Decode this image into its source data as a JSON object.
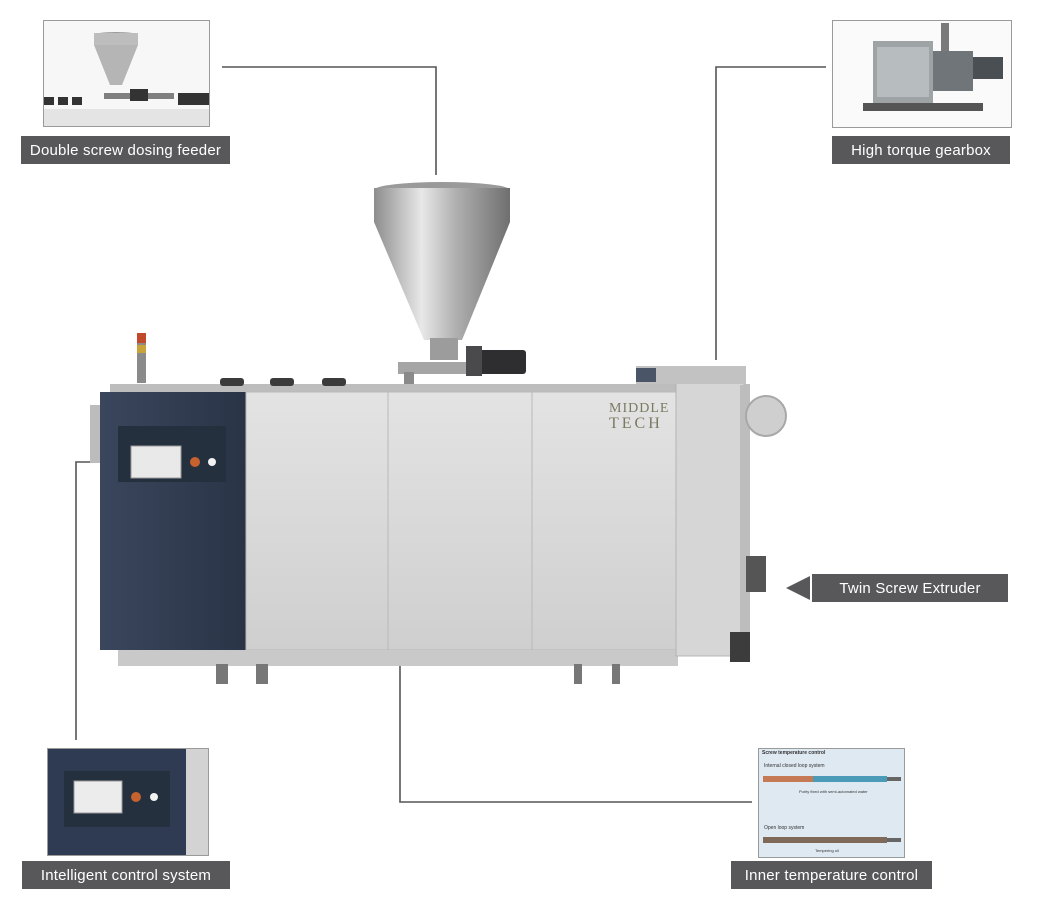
{
  "features": {
    "dosing_feeder": "Double screw dosing feeder",
    "gearbox": "High torque gearbox",
    "extruder": "Twin Screw Extruder",
    "control_system": "Intelligent control system",
    "temperature_control": "Inner temperature control"
  },
  "logo": {
    "line1": "MIDDLE",
    "line2": "TECH"
  },
  "temperature_thumb": {
    "title": "Screw temperature control",
    "internal": "Internal closed loop system",
    "internal_note": "Purity fixed with semi-automated water",
    "open": "Open loop system",
    "open_note": "Tempering oil"
  },
  "colors": {
    "label_bg": "#58585a",
    "panel_navy": "#2f3b52",
    "machine_grey": "#d9d9d9"
  }
}
